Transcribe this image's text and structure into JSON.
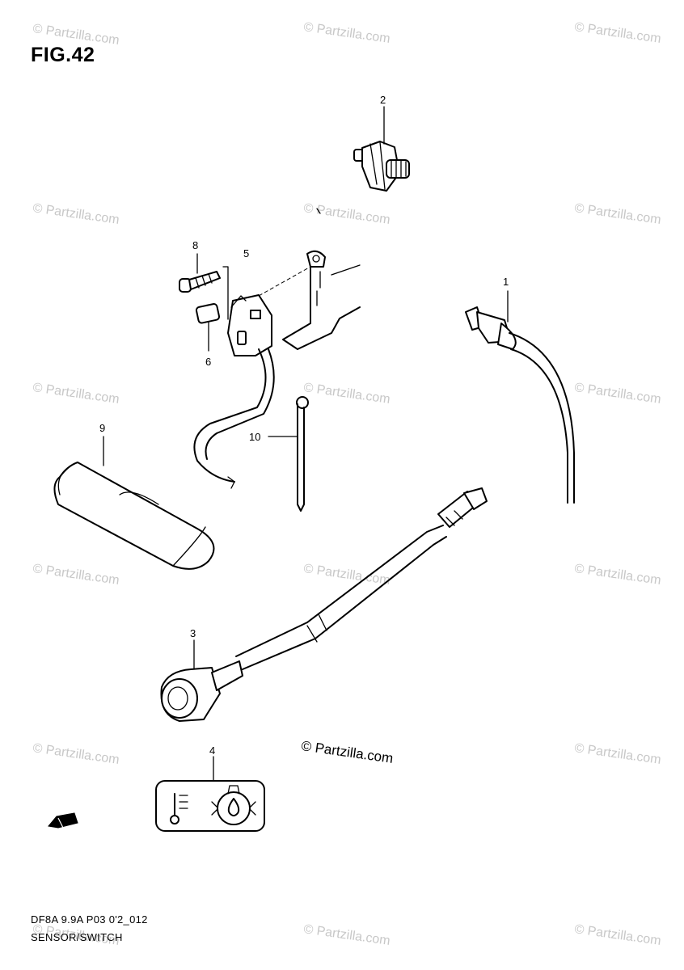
{
  "figure": {
    "title": "FIG.42",
    "code": "DF8A 9.9A P03 0'2_012",
    "caption": "SENSOR/SWITCH"
  },
  "callouts": [
    "2",
    "8",
    "5",
    "1",
    "6",
    "10",
    "9",
    "3",
    "4"
  ],
  "watermark": {
    "text": "© Partzilla.com",
    "main_text": "© Partzilla.com"
  },
  "icons": {
    "direction_arrow": "fwd-arrow-icon",
    "temperature_symbol": "temperature-icon",
    "oil_pressure_symbol": "oil-pressure-icon"
  },
  "colors": {
    "line": "#000000",
    "watermark": "#c8c8c8",
    "background": "#ffffff"
  }
}
